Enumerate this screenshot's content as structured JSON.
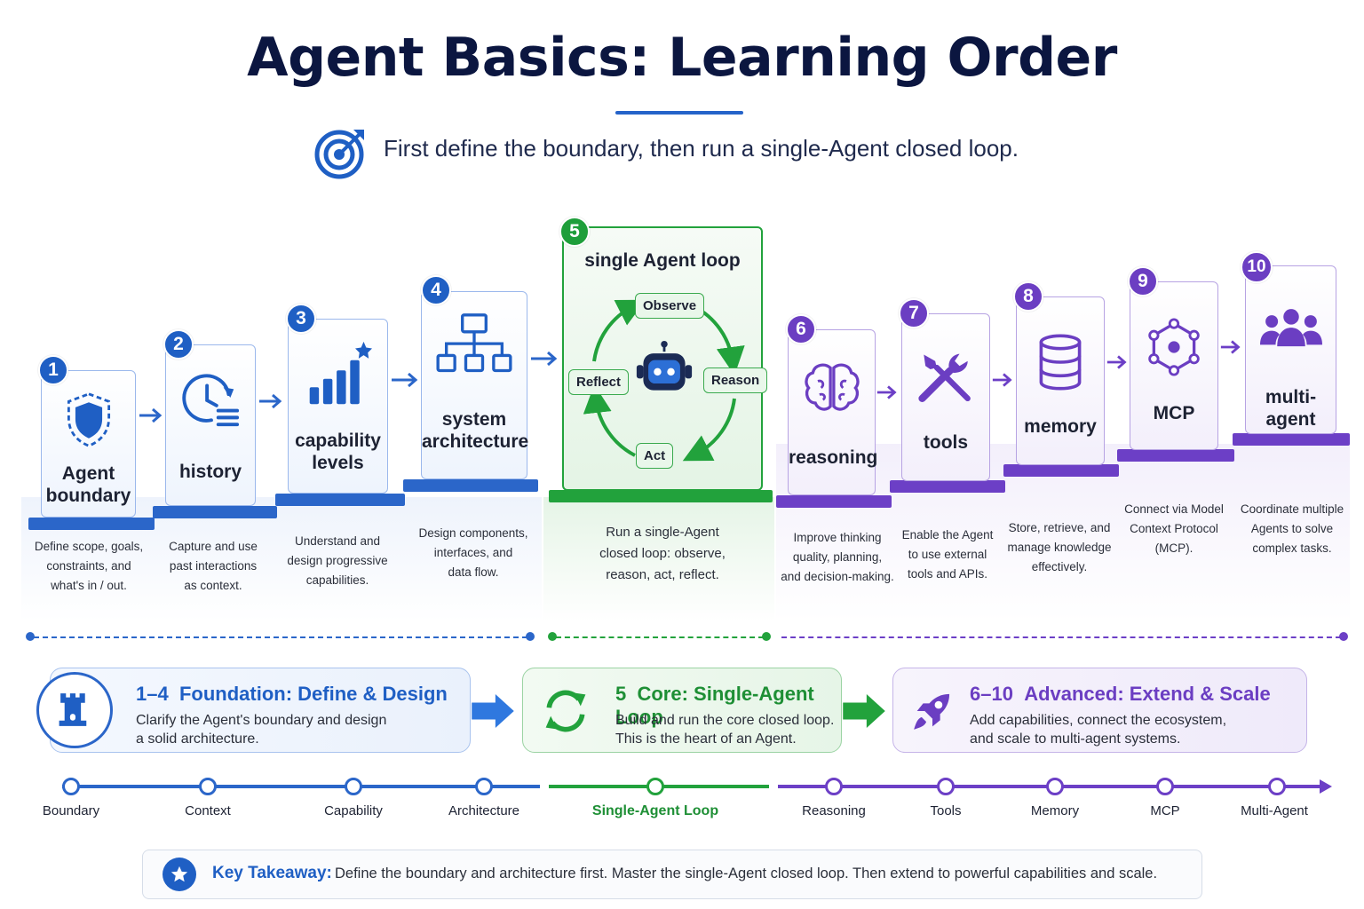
{
  "title": "Agent Basics: Learning Order",
  "subtitle": "First define the boundary, then run a single-Agent closed loop.",
  "colors": {
    "foundation": "#2b66c9",
    "core": "#22a23c",
    "advanced": "#6c3fc6",
    "title": "#0b1640"
  },
  "steps": [
    {
      "number": "1",
      "label_lines": [
        "Agent",
        "boundary"
      ],
      "icon": "shield-icon",
      "desc_lines": [
        "Define scope, goals,",
        "constraints, and",
        "what's in / out."
      ]
    },
    {
      "number": "2",
      "label_lines": [
        "history"
      ],
      "icon": "clock-history-icon",
      "desc_lines": [
        "Capture and use",
        "past interactions",
        "as context."
      ]
    },
    {
      "number": "3",
      "label_lines": [
        "capability",
        "levels"
      ],
      "icon": "bar-chart-star-icon",
      "desc_lines": [
        "Understand and",
        "design progressive",
        "capabilities."
      ]
    },
    {
      "number": "4",
      "label_lines": [
        "system",
        "architecture"
      ],
      "icon": "hierarchy-icon",
      "desc_lines": [
        "Design components,",
        "interfaces, and",
        "data flow."
      ]
    },
    {
      "number": "5",
      "label_lines": [
        "single Agent loop"
      ],
      "icon": "robot-icon",
      "desc_lines": [
        "Run a single-Agent",
        "closed loop: observe,",
        "reason, act, reflect."
      ]
    },
    {
      "number": "6",
      "label_lines": [
        "reasoning"
      ],
      "icon": "brain-icon",
      "desc_lines": [
        "Improve thinking",
        "quality, planning,",
        "and decision-making."
      ]
    },
    {
      "number": "7",
      "label_lines": [
        "tools"
      ],
      "icon": "tools-icon",
      "desc_lines": [
        "Enable the Agent",
        "to use external",
        "tools and APIs."
      ]
    },
    {
      "number": "8",
      "label_lines": [
        "memory"
      ],
      "icon": "database-icon",
      "desc_lines": [
        "Store, retrieve, and",
        "manage knowledge",
        "effectively."
      ]
    },
    {
      "number": "9",
      "label_lines": [
        "MCP"
      ],
      "icon": "network-hub-icon",
      "desc_lines": [
        "Connect via Model",
        "Context Protocol",
        "(MCP)."
      ]
    },
    {
      "number": "10",
      "label_lines": [
        "multi-agent"
      ],
      "icon": "people-group-icon",
      "desc_lines": [
        "Coordinate multiple",
        "Agents to solve",
        "complex tasks."
      ]
    }
  ],
  "loop": {
    "observe": "Observe",
    "reason": "Reason",
    "act": "Act",
    "reflect": "Reflect"
  },
  "phases": [
    {
      "range": "1–4",
      "title": "Foundation: Define & Design",
      "lines": [
        "Clarify the Agent's boundary and design",
        "a solid architecture."
      ],
      "icon": "castle-tower-icon"
    },
    {
      "range": "5",
      "title": "Core: Single-Agent Loop",
      "lines": [
        "Build and run the core closed loop.",
        "This is the heart of an Agent."
      ],
      "icon": "refresh-cycle-icon"
    },
    {
      "range": "6–10",
      "title": "Advanced: Extend & Scale",
      "lines": [
        "Add capabilities, connect the ecosystem,",
        "and scale to multi-agent systems."
      ],
      "icon": "rocket-icon"
    }
  ],
  "timeline": [
    "Boundary",
    "Context",
    "Capability",
    "Architecture",
    "Single-Agent Loop",
    "Reasoning",
    "Tools",
    "Memory",
    "MCP",
    "Multi-Agent"
  ],
  "takeaway": {
    "label": "Key Takeaway:",
    "text": "Define the boundary and architecture first. Master the single-Agent closed loop. Then extend to powerful capabilities and scale."
  }
}
